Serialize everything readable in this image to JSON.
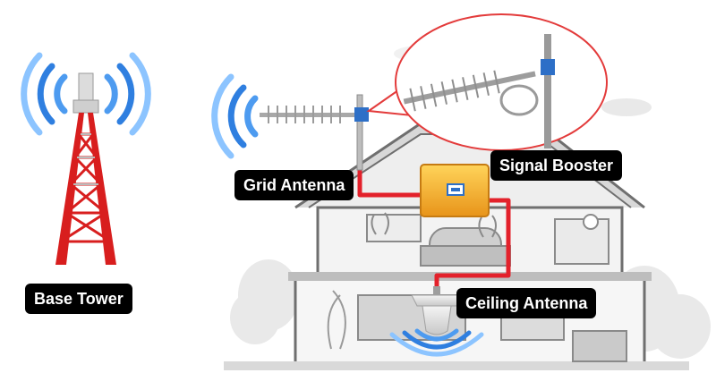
{
  "labels": {
    "base_tower": "Base Tower",
    "grid_antenna": "Grid Antenna",
    "signal_booster": "Signal Booster",
    "ceiling_antenna": "Ceiling Antenna"
  },
  "colors": {
    "signal_blue": "#2f7fe0",
    "cable_red": "#e3212b",
    "tower_red": "#d81e1e",
    "booster_gold": "#f2a41c",
    "house_gray": "#7c7c7c",
    "label_bg": "#000000",
    "label_text": "#ffffff"
  },
  "icons": [
    "wifi-signal-icon",
    "cell-tower-icon",
    "yagi-antenna-icon",
    "booster-box-icon",
    "ceiling-antenna-icon"
  ]
}
